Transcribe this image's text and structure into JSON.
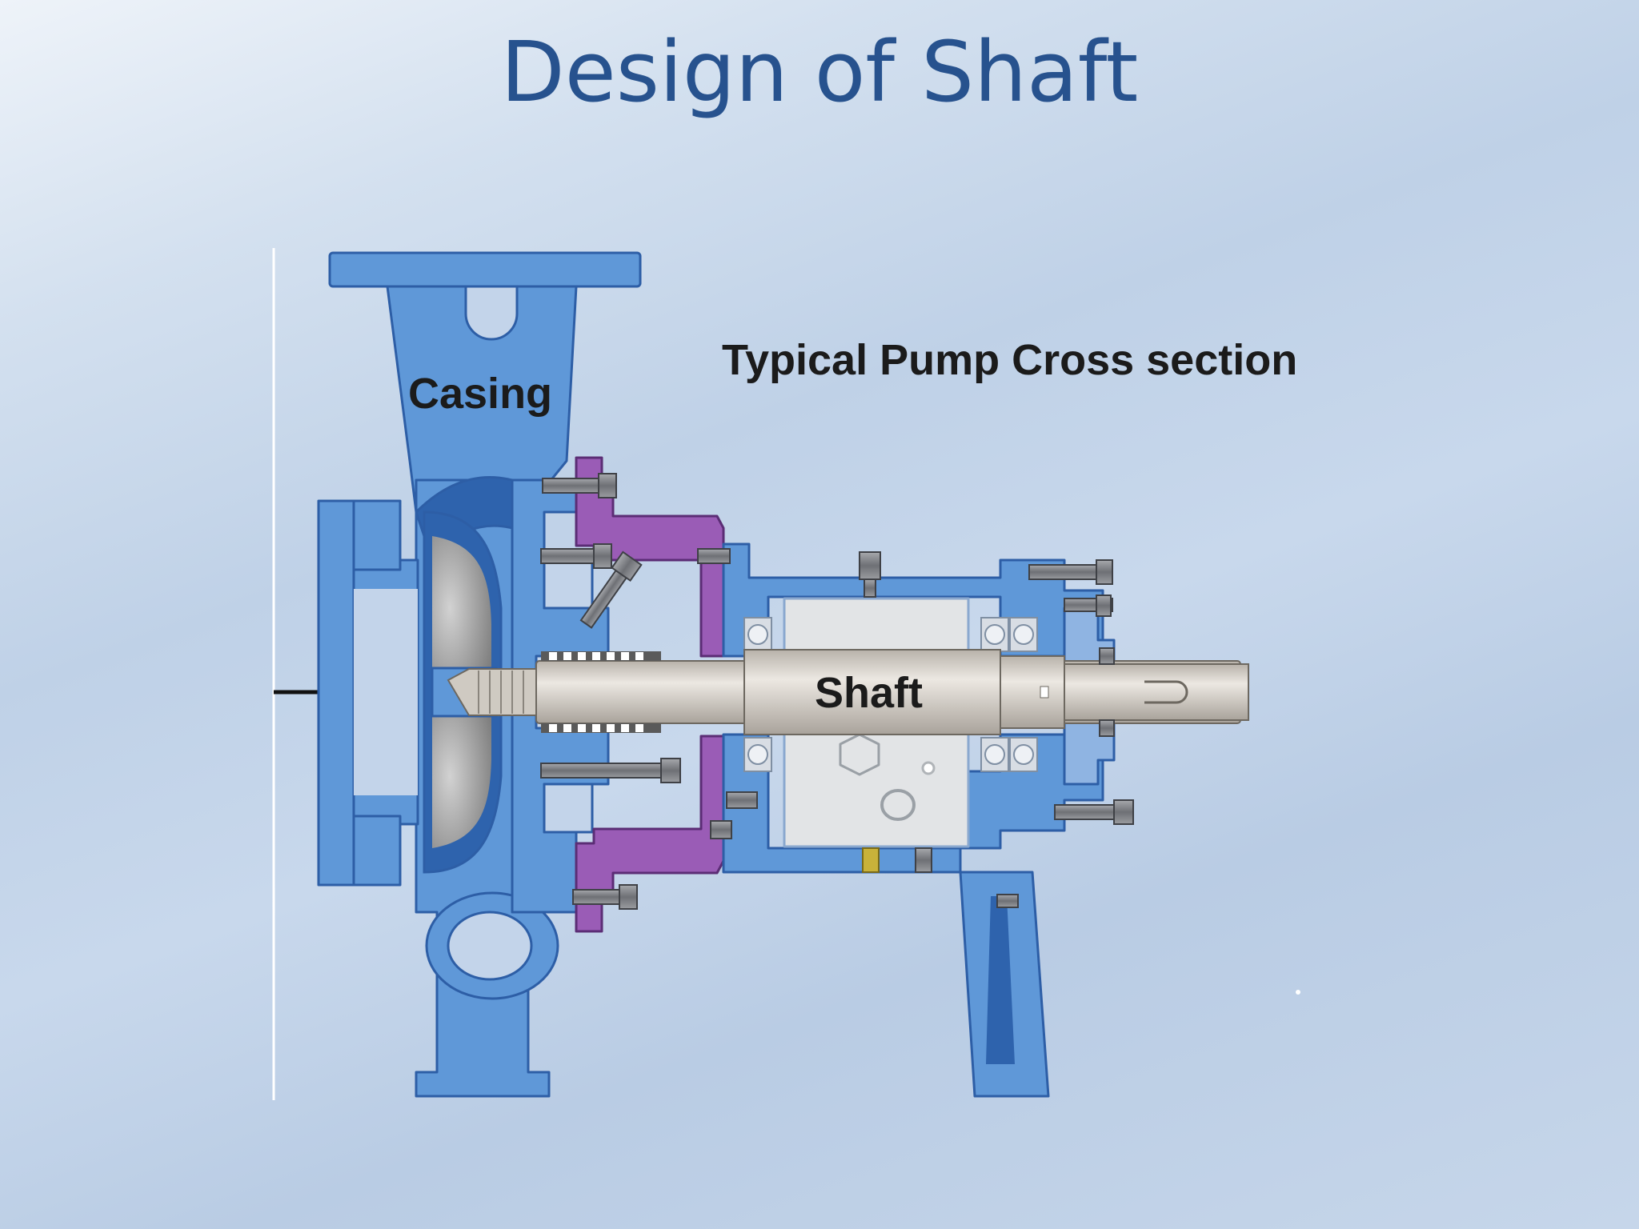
{
  "slide": {
    "title": "Design of Shaft"
  },
  "diagram": {
    "caption": "Typical Pump Cross section",
    "labels": {
      "casing": "Casing",
      "shaft": "Shaft"
    },
    "colors": {
      "casing": "#5f98d8",
      "casing_dark": "#2e63ad",
      "seal_plate": "#9a5cb6",
      "shaft": "#d9d4cc",
      "bolt": "#808287",
      "inner_chamber": "#e2e4e6",
      "impeller": "#9a9a9a"
    }
  }
}
